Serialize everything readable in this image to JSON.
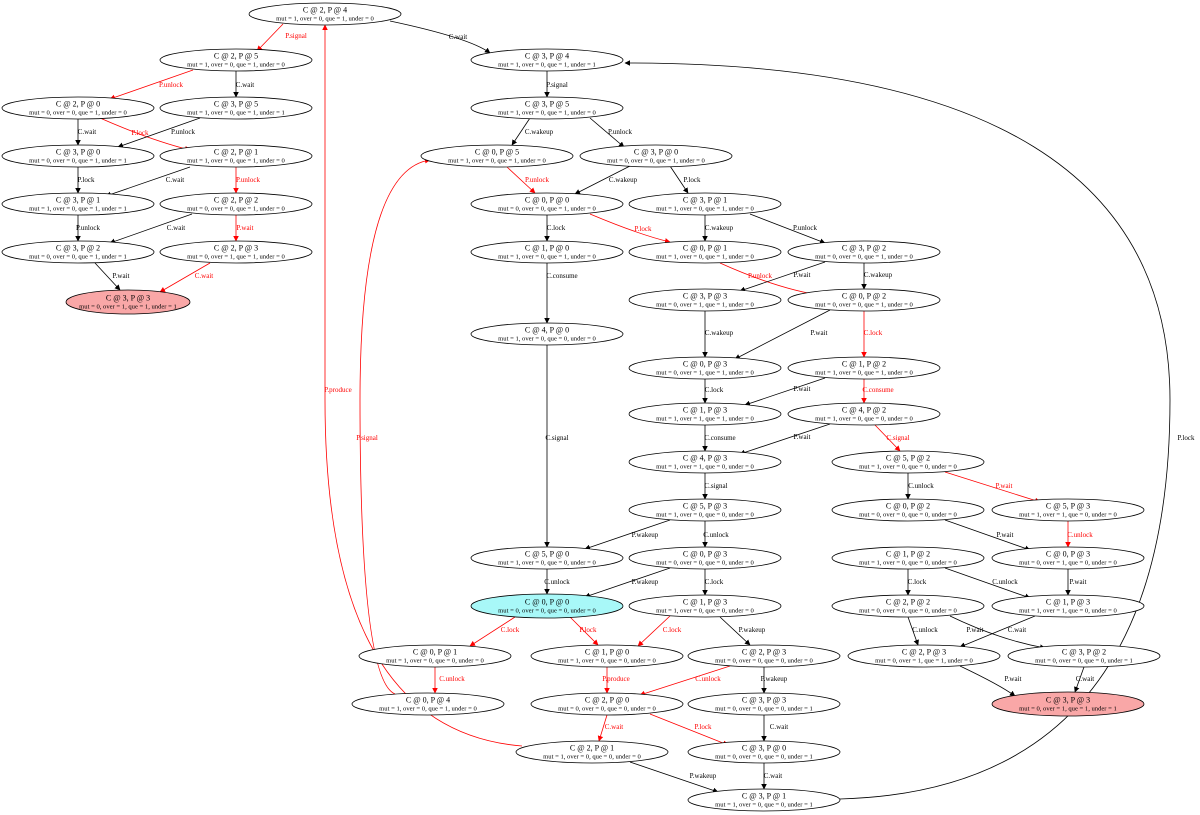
{
  "graph": {
    "colors": {
      "normal": "#000000",
      "highlight": "#ff0000",
      "deadlock_fill": "#f9a7a7",
      "initial_fill": "#a8f8f8",
      "default_fill": "#ffffff"
    },
    "nodes": [
      {
        "id": "n_c2p4",
        "title": "C @ 2, P @ 4",
        "detail": "mut = 1, over = 0, que = 1, under = 0",
        "kind": "normal"
      },
      {
        "id": "n_c2p5",
        "title": "C @ 2, P @ 5",
        "detail": "mut = 1, over = 0, que = 1, under = 0",
        "kind": "normal"
      },
      {
        "id": "n_c3p4",
        "title": "C @ 3, P @ 4",
        "detail": "mut = 1, over = 0, que = 1, under = 1",
        "kind": "normal"
      },
      {
        "id": "n_c2p0",
        "title": "C @ 2, P @ 0",
        "detail": "mut = 0, over = 0, que = 1, under = 0",
        "kind": "normal"
      },
      {
        "id": "n_c3p5a",
        "title": "C @ 3, P @ 5",
        "detail": "mut = 1, over = 0, que = 1, under = 1",
        "kind": "normal"
      },
      {
        "id": "n_c3p5b",
        "title": "C @ 3, P @ 5",
        "detail": "mut = 1, over = 0, que = 1, under = 0",
        "kind": "normal"
      },
      {
        "id": "n_c3p0a",
        "title": "C @ 3, P @ 0",
        "detail": "mut = 0, over = 0, que = 1, under = 1",
        "kind": "normal"
      },
      {
        "id": "n_c2p1",
        "title": "C @ 2, P @ 1",
        "detail": "mut = 1, over = 0, que = 1, under = 0",
        "kind": "normal"
      },
      {
        "id": "n_c0p5",
        "title": "C @ 0, P @ 5",
        "detail": "mut = 1, over = 0, que = 1, under = 0",
        "kind": "normal"
      },
      {
        "id": "n_c3p0b",
        "title": "C @ 3, P @ 0",
        "detail": "mut = 0, over = 0, que = 1, under = 0",
        "kind": "normal"
      },
      {
        "id": "n_c3p1a",
        "title": "C @ 3, P @ 1",
        "detail": "mut = 1, over = 0, que = 1, under = 1",
        "kind": "normal"
      },
      {
        "id": "n_c2p2",
        "title": "C @ 2, P @ 2",
        "detail": "mut = 0, over = 0, que = 1, under = 0",
        "kind": "normal"
      },
      {
        "id": "n_c0p0a",
        "title": "C @ 0, P @ 0",
        "detail": "mut = 0, over = 0, que = 1, under = 0",
        "kind": "normal"
      },
      {
        "id": "n_c3p1b",
        "title": "C @ 3, P @ 1",
        "detail": "mut = 1, over = 0, que = 1, under = 0",
        "kind": "normal"
      },
      {
        "id": "n_c3p2a",
        "title": "C @ 3, P @ 2",
        "detail": "mut = 0, over = 0, que = 1, under = 1",
        "kind": "normal"
      },
      {
        "id": "n_c2p3a",
        "title": "C @ 2, P @ 3",
        "detail": "mut = 0, over = 1, que = 1, under = 0",
        "kind": "normal"
      },
      {
        "id": "n_c1p0a",
        "title": "C @ 1, P @ 0",
        "detail": "mut = 1, over = 0, que = 1, under = 0",
        "kind": "normal"
      },
      {
        "id": "n_c0p1a",
        "title": "C @ 0, P @ 1",
        "detail": "mut = 1, over = 0, que = 1, under = 0",
        "kind": "normal"
      },
      {
        "id": "n_c3p2b",
        "title": "C @ 3, P @ 2",
        "detail": "mut = 0, over = 0, que = 1, under = 0",
        "kind": "normal"
      },
      {
        "id": "n_c3p3a",
        "title": "C @ 3, P @ 3",
        "detail": "mut = 0, over = 1, que = 1, under = 1",
        "kind": "deadlock"
      },
      {
        "id": "n_c3p3b",
        "title": "C @ 3, P @ 3",
        "detail": "mut = 0, over = 1, que = 1, under = 0",
        "kind": "normal"
      },
      {
        "id": "n_c0p2a",
        "title": "C @ 0, P @ 2",
        "detail": "mut = 0, over = 0, que = 1, under = 0",
        "kind": "normal"
      },
      {
        "id": "n_c4p0",
        "title": "C @ 4, P @ 0",
        "detail": "mut = 1, over = 0, que = 0, under = 0",
        "kind": "normal"
      },
      {
        "id": "n_c0p3a",
        "title": "C @ 0, P @ 3",
        "detail": "mut = 0, over = 1, que = 1, under = 0",
        "kind": "normal"
      },
      {
        "id": "n_c1p2a",
        "title": "C @ 1, P @ 2",
        "detail": "mut = 1, over = 0, que = 1, under = 0",
        "kind": "normal"
      },
      {
        "id": "n_c1p3a",
        "title": "C @ 1, P @ 3",
        "detail": "mut = 1, over = 1, que = 1, under = 0",
        "kind": "normal"
      },
      {
        "id": "n_c4p2",
        "title": "C @ 4, P @ 2",
        "detail": "mut = 1, over = 0, que = 0, under = 0",
        "kind": "normal"
      },
      {
        "id": "n_c4p3",
        "title": "C @ 4, P @ 3",
        "detail": "mut = 1, over = 1, que = 0, under = 0",
        "kind": "normal"
      },
      {
        "id": "n_c5p2",
        "title": "C @ 5, P @ 2",
        "detail": "mut = 1, over = 0, que = 0, under = 0",
        "kind": "normal"
      },
      {
        "id": "n_c5p3a",
        "title": "C @ 5, P @ 3",
        "detail": "mut = 1, over = 0, que = 0, under = 0",
        "kind": "normal"
      },
      {
        "id": "n_c0p2b",
        "title": "C @ 0, P @ 2",
        "detail": "mut = 0, over = 0, que = 0, under = 0",
        "kind": "normal"
      },
      {
        "id": "n_c5p3b",
        "title": "C @ 5, P @ 3",
        "detail": "mut = 1, over = 1, que = 0, under = 0",
        "kind": "normal"
      },
      {
        "id": "n_c5p0",
        "title": "C @ 5, P @ 0",
        "detail": "mut = 1, over = 0, que = 0, under = 0",
        "kind": "normal"
      },
      {
        "id": "n_c0p3b",
        "title": "C @ 0, P @ 3",
        "detail": "mut = 0, over = 0, que = 0, under = 0",
        "kind": "normal"
      },
      {
        "id": "n_c1p2b",
        "title": "C @ 1, P @ 2",
        "detail": "mut = 1, over = 0, que = 0, under = 0",
        "kind": "normal"
      },
      {
        "id": "n_c0p3c",
        "title": "C @ 0, P @ 3",
        "detail": "mut = 0, over = 1, que = 0, under = 0",
        "kind": "normal"
      },
      {
        "id": "n_c0p0b",
        "title": "C @ 0, P @ 0",
        "detail": "mut = 0, over = 0, que = 0, under = 0",
        "kind": "initial"
      },
      {
        "id": "n_c1p3b",
        "title": "C @ 1, P @ 3",
        "detail": "mut = 1, over = 0, que = 0, under = 0",
        "kind": "normal"
      },
      {
        "id": "n_c2p2b",
        "title": "C @ 2, P @ 2",
        "detail": "mut = 0, over = 0, que = 0, under = 0",
        "kind": "normal"
      },
      {
        "id": "n_c1p3c",
        "title": "C @ 1, P @ 3",
        "detail": "mut = 1, over = 1, que = 0, under = 0",
        "kind": "normal"
      },
      {
        "id": "n_c0p1b",
        "title": "C @ 0, P @ 1",
        "detail": "mut = 1, over = 0, que = 0, under = 0",
        "kind": "normal"
      },
      {
        "id": "n_c1p0b",
        "title": "C @ 1, P @ 0",
        "detail": "mut = 1, over = 0, que = 0, under = 0",
        "kind": "normal"
      },
      {
        "id": "n_c2p3b",
        "title": "C @ 2, P @ 3",
        "detail": "mut = 0, over = 0, que = 0, under = 0",
        "kind": "normal"
      },
      {
        "id": "n_c2p3c",
        "title": "C @ 2, P @ 3",
        "detail": "mut = 0, over = 1, que = 1, under = 0",
        "kind": "normal"
      },
      {
        "id": "n_c3p2c",
        "title": "C @ 3, P @ 2",
        "detail": "mut = 0, over = 0, que = 0, under = 1",
        "kind": "normal"
      },
      {
        "id": "n_c0p4",
        "title": "C @ 0, P @ 4",
        "detail": "mut = 1, over = 0, que = 1, under = 0",
        "kind": "normal"
      },
      {
        "id": "n_c2p0b",
        "title": "C @ 2, P @ 0",
        "detail": "mut = 0, over = 0, que = 0, under = 0",
        "kind": "normal"
      },
      {
        "id": "n_c3p3c",
        "title": "C @ 3, P @ 3",
        "detail": "mut = 0, over = 0, que = 0, under = 1",
        "kind": "normal"
      },
      {
        "id": "n_c3p3d",
        "title": "C @ 3, P @ 3",
        "detail": "mut = 0, over = 1, que = 1, under = 1",
        "kind": "deadlock"
      },
      {
        "id": "n_c2p1b",
        "title": "C @ 2, P @ 1",
        "detail": "mut = 1, over = 0, que = 0, under = 0",
        "kind": "normal"
      },
      {
        "id": "n_c3p0c",
        "title": "C @ 3, P @ 0",
        "detail": "mut = 0, over = 0, que = 0, under = 1",
        "kind": "normal"
      },
      {
        "id": "n_c3p1c",
        "title": "C @ 3, P @ 1",
        "detail": "mut = 1, over = 0, que = 0, under = 1",
        "kind": "normal"
      }
    ],
    "edges": [
      {
        "id": "e01",
        "label": "P.signal",
        "red": true
      },
      {
        "id": "e02",
        "label": "C.wait",
        "red": false
      },
      {
        "id": "e03",
        "label": "P.unlock",
        "red": true
      },
      {
        "id": "e04",
        "label": "C.wait",
        "red": false
      },
      {
        "id": "e05",
        "label": "P.signal",
        "red": false
      },
      {
        "id": "e06",
        "label": "C.wait",
        "red": false
      },
      {
        "id": "e07",
        "label": "P.lock",
        "red": true
      },
      {
        "id": "e08",
        "label": "P.unlock",
        "red": false
      },
      {
        "id": "e09",
        "label": "C.wakeup",
        "red": false
      },
      {
        "id": "e10",
        "label": "P.unlock",
        "red": false
      },
      {
        "id": "e11",
        "label": "P.lock",
        "red": false
      },
      {
        "id": "e12",
        "label": "C.wait",
        "red": false
      },
      {
        "id": "e13",
        "label": "P.unlock",
        "red": true
      },
      {
        "id": "e14",
        "label": "P.unlock",
        "red": true
      },
      {
        "id": "e15",
        "label": "C.wakeup",
        "red": false
      },
      {
        "id": "e16",
        "label": "P.lock",
        "red": false
      },
      {
        "id": "e17",
        "label": "P.unlock",
        "red": false
      },
      {
        "id": "e18",
        "label": "C.wait",
        "red": false
      },
      {
        "id": "e19",
        "label": "P.wait",
        "red": true
      },
      {
        "id": "e20",
        "label": "C.lock",
        "red": false
      },
      {
        "id": "e21",
        "label": "P.lock",
        "red": true
      },
      {
        "id": "e22",
        "label": "C.wakeup",
        "red": false
      },
      {
        "id": "e23",
        "label": "P.unlock",
        "red": false
      },
      {
        "id": "e24",
        "label": "P.wait",
        "red": false
      },
      {
        "id": "e25",
        "label": "C.wait",
        "red": true
      },
      {
        "id": "e26",
        "label": "C.consume",
        "red": false
      },
      {
        "id": "e27",
        "label": "P.unlock",
        "red": true
      },
      {
        "id": "e28",
        "label": "P.wait",
        "red": false
      },
      {
        "id": "e29",
        "label": "C.wakeup",
        "red": false
      },
      {
        "id": "e30",
        "label": "C.wakeup",
        "red": false
      },
      {
        "id": "e31",
        "label": "P.wait",
        "red": false
      },
      {
        "id": "e32",
        "label": "C.lock",
        "red": true
      },
      {
        "id": "e33",
        "label": "C.lock",
        "red": false
      },
      {
        "id": "e34",
        "label": "P.wait",
        "red": false
      },
      {
        "id": "e35",
        "label": "C.consume",
        "red": true
      },
      {
        "id": "e36",
        "label": "C.consume",
        "red": false
      },
      {
        "id": "e37",
        "label": "P.wait",
        "red": false
      },
      {
        "id": "e38",
        "label": "C.signal",
        "red": true
      },
      {
        "id": "e39",
        "label": "C.signal",
        "red": false
      },
      {
        "id": "e40",
        "label": "C.signal",
        "red": false
      },
      {
        "id": "e41",
        "label": "C.unlock",
        "red": false
      },
      {
        "id": "e42",
        "label": "P.wait",
        "red": true
      },
      {
        "id": "e43",
        "label": "P.wakeup",
        "red": false
      },
      {
        "id": "e44",
        "label": "C.unlock",
        "red": false
      },
      {
        "id": "e45",
        "label": "P.wait",
        "red": false
      },
      {
        "id": "e46",
        "label": "C.unlock",
        "red": true
      },
      {
        "id": "e47",
        "label": "C.unlock",
        "red": false
      },
      {
        "id": "e48",
        "label": "P.wakeup",
        "red": false
      },
      {
        "id": "e49",
        "label": "C.lock",
        "red": false
      },
      {
        "id": "e50",
        "label": "C.lock",
        "red": false
      },
      {
        "id": "e51",
        "label": "C.unlock",
        "red": false
      },
      {
        "id": "e52",
        "label": "P.wait",
        "red": false
      },
      {
        "id": "e53",
        "label": "C.lock",
        "red": true
      },
      {
        "id": "e54",
        "label": "P.lock",
        "red": true
      },
      {
        "id": "e55",
        "label": "C.lock",
        "red": true
      },
      {
        "id": "e56",
        "label": "P.wakeup",
        "red": false
      },
      {
        "id": "e57",
        "label": "C.unlock",
        "red": false
      },
      {
        "id": "e58",
        "label": "P.wait",
        "red": false
      },
      {
        "id": "e59",
        "label": "C.wait",
        "red": false
      },
      {
        "id": "e60",
        "label": "C.unlock",
        "red": true
      },
      {
        "id": "e61",
        "label": "P.produce",
        "red": true
      },
      {
        "id": "e62",
        "label": "C.unlock",
        "red": true
      },
      {
        "id": "e63",
        "label": "P.wakeup",
        "red": false
      },
      {
        "id": "e64",
        "label": "C.wait",
        "red": false
      },
      {
        "id": "e65",
        "label": "P.wait",
        "red": false
      },
      {
        "id": "e66",
        "label": "C.wait",
        "red": true
      },
      {
        "id": "e67",
        "label": "P.signal",
        "red": true
      },
      {
        "id": "e68",
        "label": "P.lock",
        "red": true
      },
      {
        "id": "e69",
        "label": "C.wait",
        "red": false
      },
      {
        "id": "e70",
        "label": "P.wakeup",
        "red": false
      },
      {
        "id": "e71",
        "label": "P.produce",
        "red": true
      },
      {
        "id": "e72",
        "label": "C.wait",
        "red": false
      },
      {
        "id": "e73",
        "label": "P.lock",
        "red": false
      },
      {
        "id": "e74",
        "label": "P.produce",
        "red": false
      }
    ]
  }
}
